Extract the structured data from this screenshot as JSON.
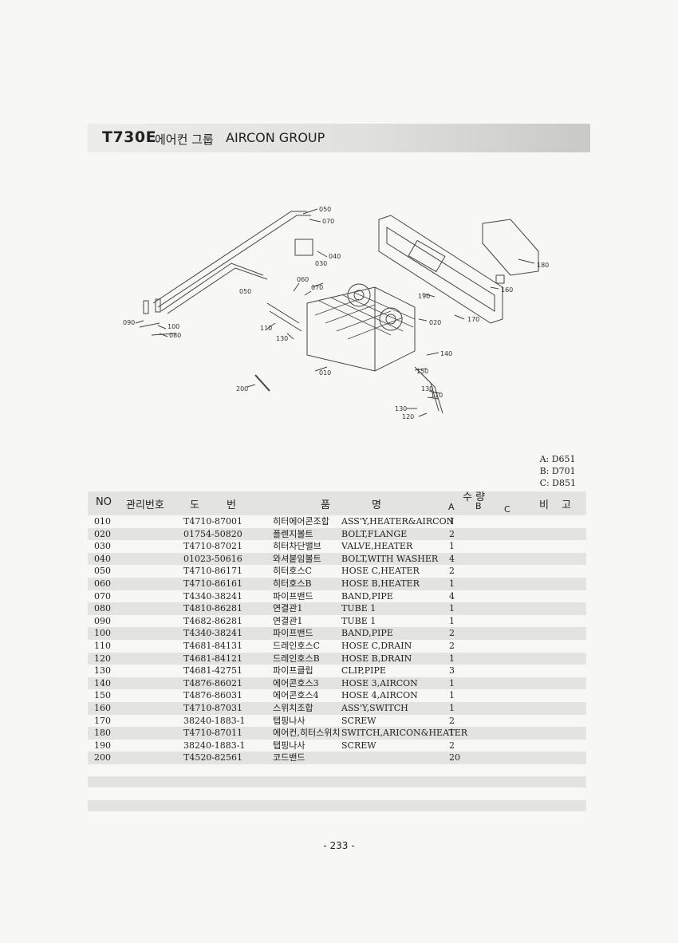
{
  "header": {
    "code": "T730E",
    "title_ko": "에어컨 그룹",
    "title_en": "AIRCON GROUP"
  },
  "diagram_callouts": [
    "050",
    "070",
    "040",
    "030",
    "060",
    "070",
    "050",
    "090",
    "100",
    "080",
    "110",
    "130",
    "010",
    "200",
    "020",
    "140",
    "150",
    "130",
    "110",
    "130",
    "120",
    "190",
    "170",
    "160",
    "180"
  ],
  "variants": [
    "A: D651",
    "B: D701",
    "C: D851"
  ],
  "table_header": {
    "no": "NO",
    "mgmt": "관리번호",
    "drawing1": "도",
    "drawing2": "번",
    "name1": "품",
    "name2": "명",
    "qty": "수 량",
    "qa": "A",
    "qb": "B",
    "qc": "C",
    "remark1": "비",
    "remark2": "고"
  },
  "rows": [
    {
      "no": "010",
      "part": "T4710-87001",
      "ko": "히터에어콘조합",
      "en": "ASS'Y,HEATER&AIRCON",
      "qa": "1"
    },
    {
      "no": "020",
      "part": "01754-50820",
      "ko": "플렌지볼트",
      "en": "BOLT,FLANGE",
      "qa": "2"
    },
    {
      "no": "030",
      "part": "T4710-87021",
      "ko": "히터차단밸브",
      "en": "VALVE,HEATER",
      "qa": "1"
    },
    {
      "no": "040",
      "part": "01023-50616",
      "ko": "와셔붙임볼트",
      "en": "BOLT,WITH WASHER",
      "qa": "4"
    },
    {
      "no": "050",
      "part": "T4710-86171",
      "ko": "히터호스C",
      "en": "HOSE C,HEATER",
      "qa": "2"
    },
    {
      "no": "060",
      "part": "T4710-86161",
      "ko": "히터호스B",
      "en": "HOSE B,HEATER",
      "qa": "1"
    },
    {
      "no": "070",
      "part": "T4340-38241",
      "ko": "파이프밴드",
      "en": "BAND,PIPE",
      "qa": "4"
    },
    {
      "no": "080",
      "part": "T4810-86281",
      "ko": "연결관1",
      "en": "TUBE 1",
      "qa": "1"
    },
    {
      "no": "090",
      "part": "T4682-86281",
      "ko": "연결관1",
      "en": "TUBE 1",
      "qa": "1"
    },
    {
      "no": "100",
      "part": "T4340-38241",
      "ko": "파이프밴드",
      "en": "BAND,PIPE",
      "qa": "2"
    },
    {
      "no": "110",
      "part": "T4681-84131",
      "ko": "드레인호스C",
      "en": "HOSE C,DRAIN",
      "qa": "2"
    },
    {
      "no": "120",
      "part": "T4681-84121",
      "ko": "드레인호스B",
      "en": "HOSE B,DRAIN",
      "qa": "1"
    },
    {
      "no": "130",
      "part": "T4681-42751",
      "ko": "파이프클립",
      "en": "CLIP,PIPE",
      "qa": "3"
    },
    {
      "no": "140",
      "part": "T4876-86021",
      "ko": "에어콘호스3",
      "en": "HOSE 3,AIRCON",
      "qa": "1"
    },
    {
      "no": "150",
      "part": "T4876-86031",
      "ko": "에어콘호스4",
      "en": "HOSE 4,AIRCON",
      "qa": "1"
    },
    {
      "no": "160",
      "part": "T4710-87031",
      "ko": "스위치조합",
      "en": "ASS'Y,SWITCH",
      "qa": "1"
    },
    {
      "no": "170",
      "part": "38240-1883-1",
      "ko": "탭핑나사",
      "en": "SCREW",
      "qa": "2"
    },
    {
      "no": "180",
      "part": "T4710-87011",
      "ko": "에어컨,히터스위치",
      "en": "SWITCH,ARICON&HEATER",
      "qa": "1"
    },
    {
      "no": "190",
      "part": "38240-1883-1",
      "ko": "탭핑나사",
      "en": "SCREW",
      "qa": "2"
    },
    {
      "no": "200",
      "part": "T4520-82561",
      "ko": "코드밴드",
      "en": "",
      "qa": "20"
    }
  ],
  "page_number": "- 233 -"
}
